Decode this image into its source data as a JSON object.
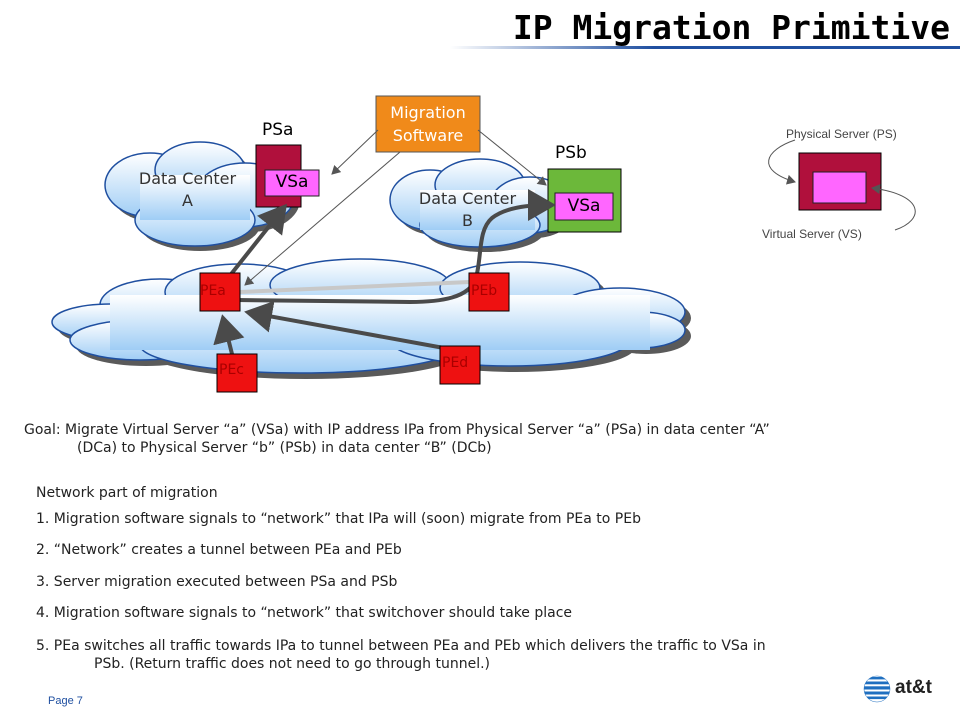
{
  "title": "IP Migration Primitive",
  "diagram": {
    "migration_software": "Migration\nSoftware",
    "migration_software_l1": "Migration",
    "migration_software_l2": "Software",
    "psa": "PSa",
    "psb": "PSb",
    "vsa_a": "VSa",
    "vsa_b": "VSa",
    "dc_a_l1": "Data Center",
    "dc_a_l2": "A",
    "dc_b_l1": "Data Center",
    "dc_b_l2": "B",
    "pea": "PEa",
    "peb": "PEb",
    "pec": "PEc",
    "ped": "PEd"
  },
  "legend": {
    "physical": "Physical Server (PS)",
    "virtual": "Virtual Server (VS)"
  },
  "goal_l1": "Goal: Migrate Virtual Server “a” (VSa) with IP address IPa from Physical Server “a” (PSa) in data center “A”",
  "goal_l2": "(DCa) to Physical Server “b” (PSb) in data center “B” (DCb)",
  "network_heading": "Network part of migration",
  "steps": {
    "s1": "1. Migration software signals to “network” that IPa will (soon) migrate from PEa to PEb",
    "s2": "2.  “Network” creates a tunnel between PEa and PEb",
    "s3": "3. Server migration executed between PSa and PSb",
    "s4": "4. Migration software signals to “network” that switchover should take place",
    "s5_l1": "5. PEa switches all traffic towards IPa to tunnel between PEa and PEb which delivers the traffic to VSa in",
    "s5_l2": "PSb. (Return traffic does not need to go through tunnel.)"
  },
  "footer": {
    "page": "Page 7",
    "logo_text": "at&t"
  },
  "colors": {
    "migration_box": "#f08a1a",
    "server_red": "#b0103c",
    "server_green": "#6cb83a",
    "vs_pink": "#ff66ff",
    "pe_red": "#ee1111",
    "arrow_dark": "#4a4a4a",
    "title_accent": "#1f4fa0"
  }
}
